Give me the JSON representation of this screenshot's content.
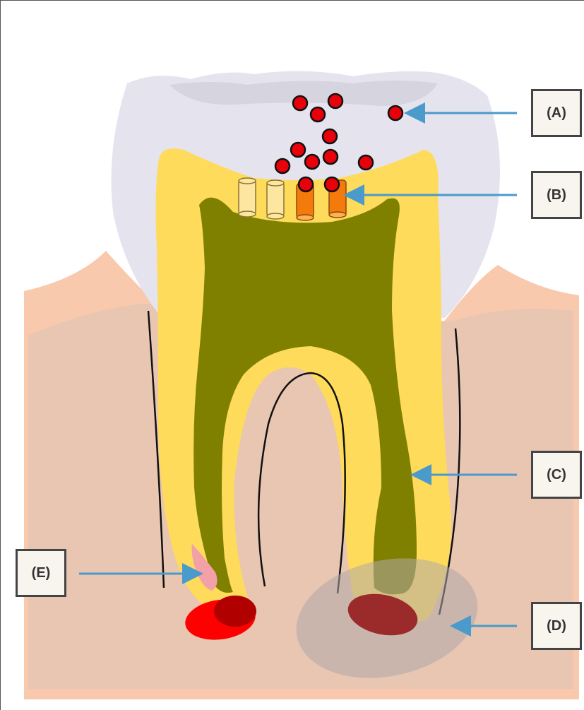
{
  "labels": {
    "a": "(A)",
    "b": "(B)",
    "c": "(C)",
    "d": "(D)",
    "e": "(E)"
  },
  "colors": {
    "gum": "#f8c9ad",
    "bone": "#e8c6b1",
    "enamel": "#e5e3ee",
    "dentin": "#fedb5a",
    "pulp": "#808000",
    "bacteria": "#e8000a",
    "arrow": "#4a9acb",
    "abscess": "#9b2a2a",
    "lesion": "#c9bfbf"
  }
}
